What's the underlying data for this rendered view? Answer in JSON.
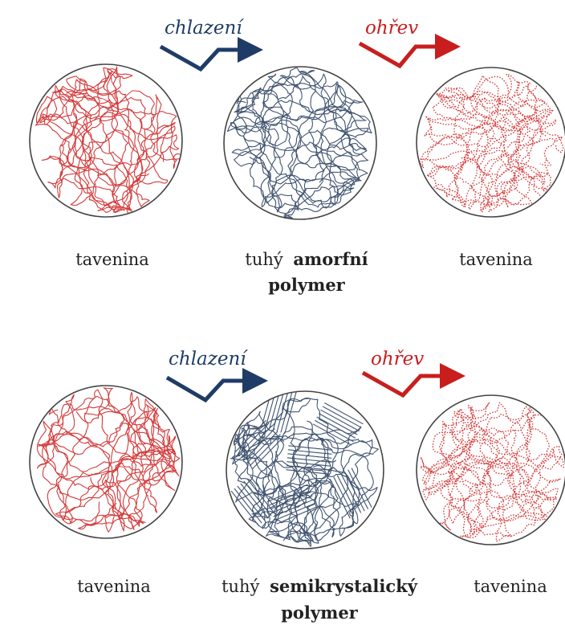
{
  "colors": {
    "cooling": "#1f3c66",
    "heating": "#c81e1e",
    "melt_chain": "#d23a3a",
    "solid_chain": "#3f526e",
    "circle_outline": "#444444"
  },
  "rows": [
    {
      "arrow1": {
        "label": "chlazení",
        "direction": "cooling"
      },
      "arrow2": {
        "label": "ohřev",
        "direction": "heating"
      },
      "circles": [
        {
          "state": "melt",
          "caption": "tavenina"
        },
        {
          "state": "amorphous",
          "caption_prefix": "tuhý",
          "caption_bold": "amorfní",
          "caption_line2": "polymer"
        },
        {
          "state": "melt",
          "caption": "tavenina"
        }
      ]
    },
    {
      "arrow1": {
        "label": "chlazení",
        "direction": "cooling"
      },
      "arrow2": {
        "label": "ohřev",
        "direction": "heating"
      },
      "circles": [
        {
          "state": "melt",
          "caption": "tavenina"
        },
        {
          "state": "semicrystalline",
          "caption_prefix": "tuhý",
          "caption_bold": "semikrystalický",
          "caption_line2": "polymer"
        },
        {
          "state": "melt",
          "caption": "tavenina"
        }
      ]
    }
  ]
}
